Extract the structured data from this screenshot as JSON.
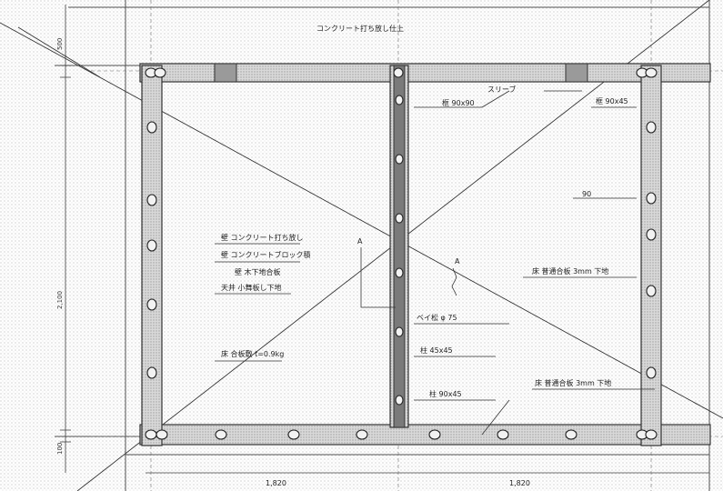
{
  "annotations": {
    "top_label": "コンクリート打ち放し仕上",
    "sleeve_label": "スリーブ",
    "sash_left": "框 90x90",
    "sash_right": "框 90x45",
    "small_90": "90",
    "note_line1": "壁 コンクリート打ち放し",
    "note_line2": "壁 コンクリートブロック積",
    "note_line3": "壁 木下地合板",
    "note_line4": "天井 小舞板し下地",
    "note_floor": "床 合板敷 t=0.9kg",
    "right_note": "床 普通合板 3mm 下地",
    "post_note": "ベイ松 φ 75",
    "post_size": "柱 45x45",
    "frame_size": "柱 90x45",
    "bottom_note": "床 普通合板 3mm 下地",
    "section_a_left": "A",
    "section_a_right": "A"
  },
  "dimensions": {
    "top": "500",
    "left_total": "2,100",
    "bottom_small": "100",
    "bottom_left": "1,820",
    "bottom_right": "1,820"
  }
}
